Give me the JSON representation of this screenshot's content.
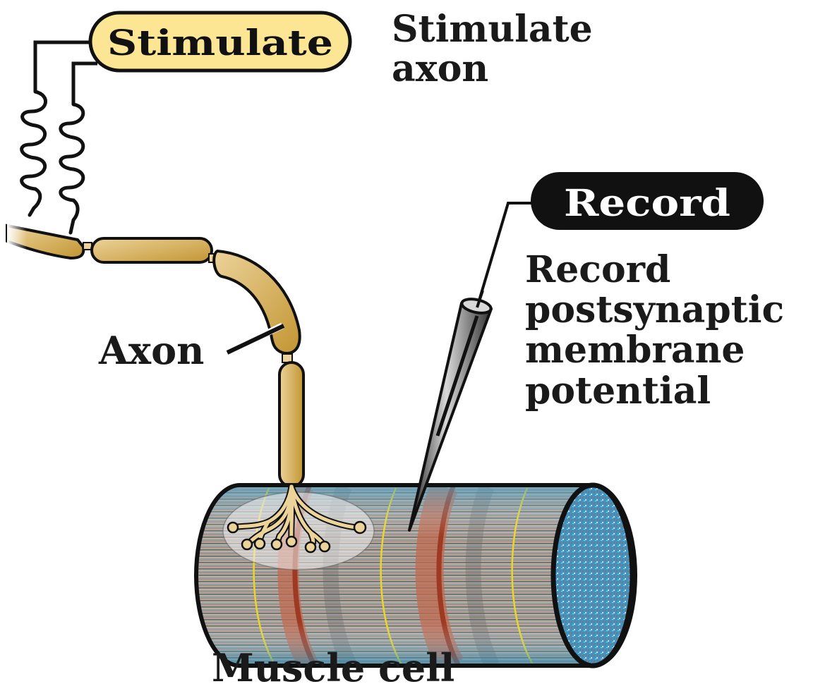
{
  "title": "Experimental setup: stimulate axon, record postsynaptic membrane potential",
  "buttons": {
    "stimulate": "Stimulate",
    "record": "Record"
  },
  "labels": {
    "stimulate_desc_1": "Stimulate",
    "stimulate_desc_2": "axon",
    "record_desc_1": "Record",
    "record_desc_2": "postsynaptic",
    "record_desc_3": "membrane",
    "record_desc_4": "potential",
    "axon": "Axon",
    "muscle_cell": "Muscle cell"
  },
  "colors": {
    "stimulate_pill": "#fce693",
    "record_pill": "#111111",
    "axon_fill": "#d4a84a",
    "axon_light": "#ecd39a",
    "muscle_blue": "#4a9bc0",
    "muscle_red": "#b5533a",
    "muscle_brown": "#a88878",
    "stripe_yellow": "#e8d62a",
    "cross_section": "#3a98c8"
  }
}
